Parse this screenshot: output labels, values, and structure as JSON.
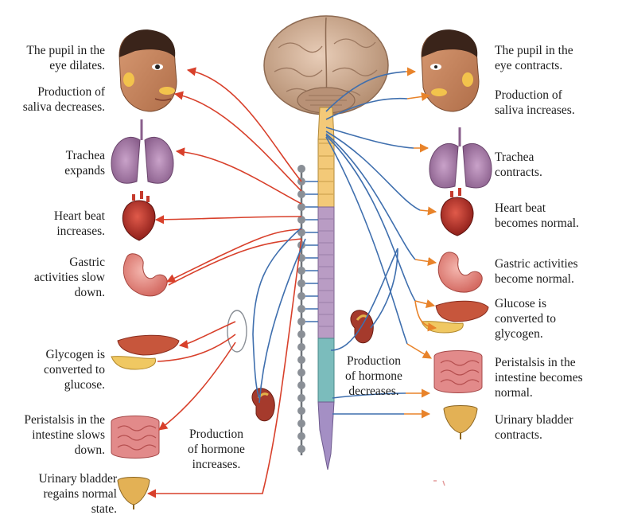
{
  "sympathetic": {
    "pupil": "The pupil in the\neye dilates.",
    "saliva": "Production of\nsaliva decreases.",
    "trachea": "Trachea\nexpands",
    "heart": "Heart beat\nincreases.",
    "gastric": "Gastric\nactivities slow\ndown.",
    "glycogen": "Glycogen is\nconverted to\nglucose.",
    "peristalsis": "Peristalsis in the\nintestine slows\ndown.",
    "hormone": "Production\nof  hormone\nincreases.",
    "bladder": "Urinary bladder\nregains normal\nstate."
  },
  "parasympathetic": {
    "pupil": "The pupil in the\neye contracts.",
    "saliva": "Production of\nsaliva  increases.",
    "trachea": "Trachea\ncontracts.",
    "heart": "Heart beat\nbecomes normal.",
    "gastric": "Gastric activities\nbecome normal.",
    "glucose": "Glucose is\nconverted to\nglycogen.",
    "hormone": "Production\nof hormone\ndecreases.",
    "peristalsis": "Peristalsis in the\nintestine becomes\nnormal.",
    "bladder": "Urinary bladder\ncontracts."
  },
  "colors": {
    "sympathetic_nerve": "#d8402b",
    "parasympathetic_nerve": "#3f6fae",
    "arrow_head": "#e8832a",
    "spinal_cord_cervical": "#f3c978",
    "spinal_cord_thoracic": "#b99cc4",
    "spinal_cord_lumbar": "#7bbcbc",
    "brain": "#c9a589",
    "ganglion": "#8a8f96"
  }
}
